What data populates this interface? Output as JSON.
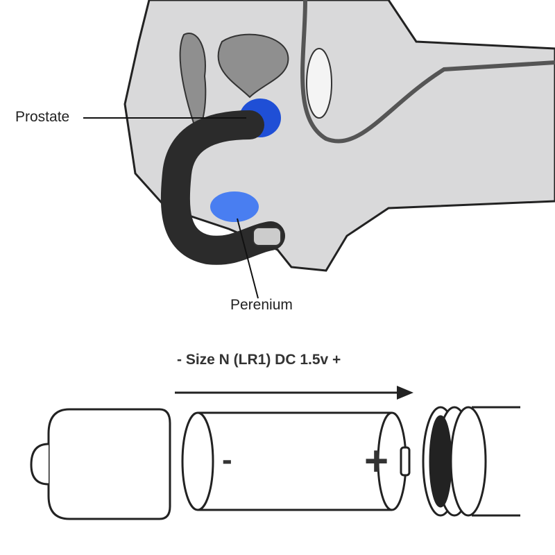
{
  "labels": {
    "prostate": "Prostate",
    "perenium": "Perenium"
  },
  "battery": {
    "title": "- Size N (LR1) DC 1.5v +",
    "minus": "-",
    "plus": "+"
  },
  "colors": {
    "tissue": "#d9d9da",
    "device": "#2b2b2b",
    "highlight": "#1f4fd6",
    "outline": "#222222"
  }
}
